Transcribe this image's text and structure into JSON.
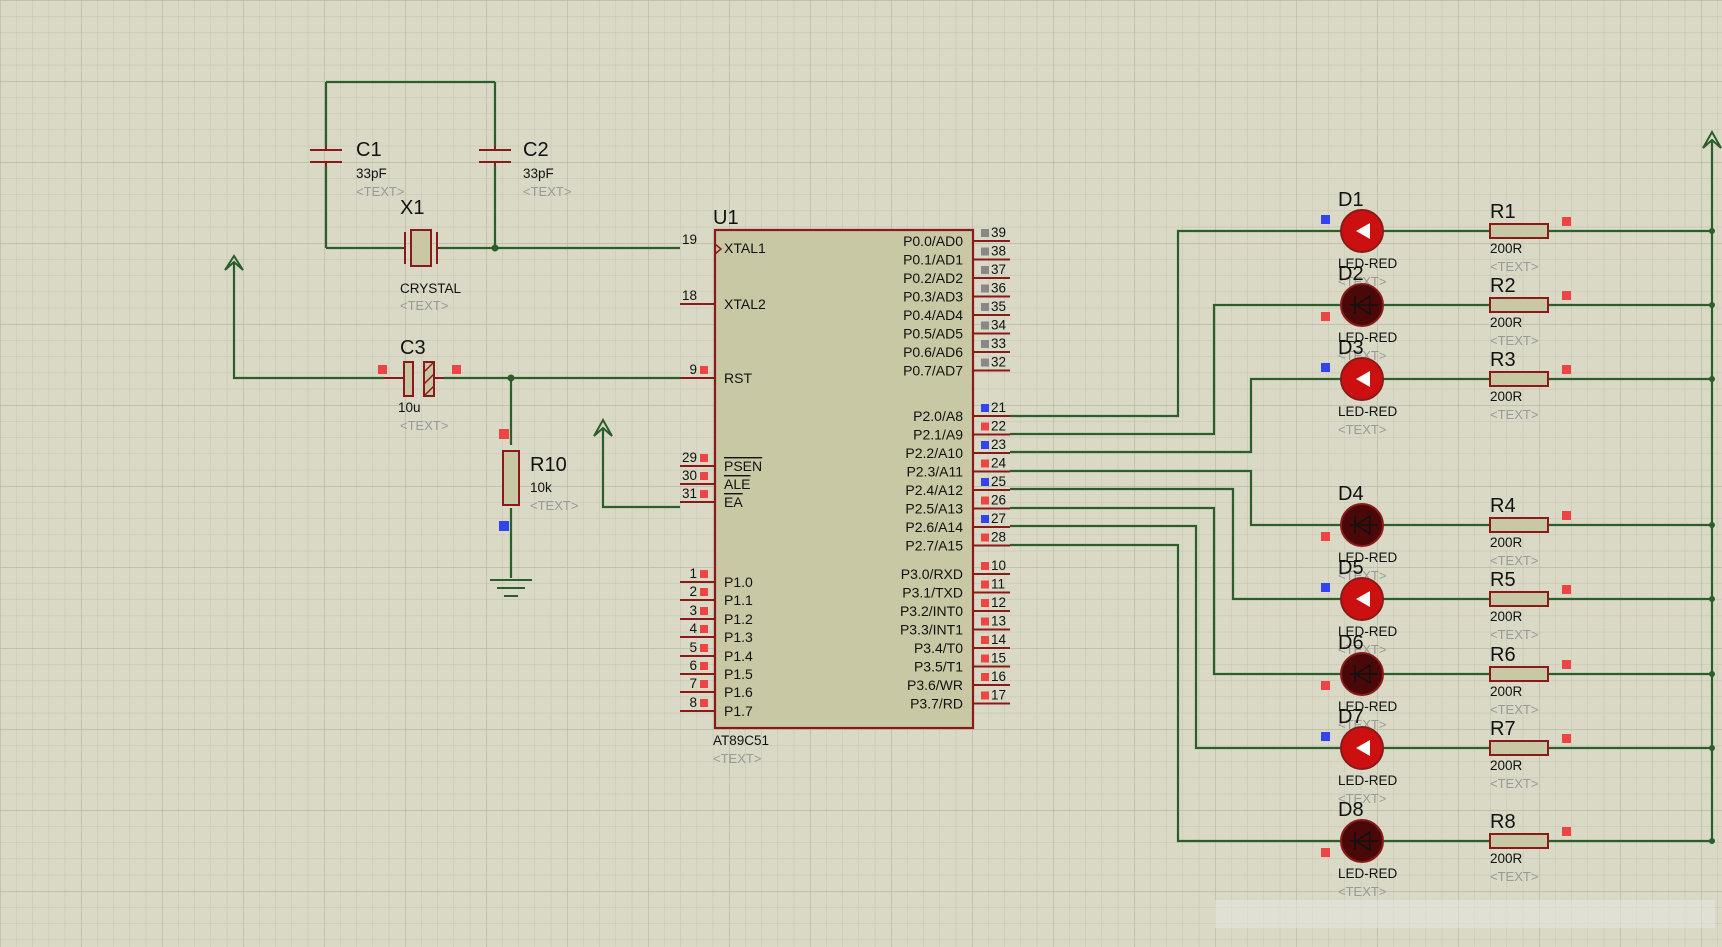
{
  "components": {
    "c1": {
      "ref": "C1",
      "value": "33pF",
      "text": "<TEXT>"
    },
    "c2": {
      "ref": "C2",
      "value": "33pF",
      "text": "<TEXT>"
    },
    "x1": {
      "ref": "X1",
      "value": "CRYSTAL",
      "text": "<TEXT>"
    },
    "c3": {
      "ref": "C3",
      "value": "10u",
      "text": "<TEXT>"
    },
    "r10": {
      "ref": "R10",
      "value": "10k",
      "text": "<TEXT>"
    },
    "u1": {
      "ref": "U1",
      "value": "AT89C51",
      "text": "<TEXT>"
    }
  },
  "mcu_left_pins": [
    {
      "num": "19",
      "name": "XTAL1"
    },
    {
      "num": "18",
      "name": "XTAL2"
    },
    {
      "num": "9",
      "name": "RST"
    },
    {
      "num": "29",
      "name": "PSEN"
    },
    {
      "num": "30",
      "name": "ALE"
    },
    {
      "num": "31",
      "name": "EA"
    },
    {
      "num": "1",
      "name": "P1.0"
    },
    {
      "num": "2",
      "name": "P1.1"
    },
    {
      "num": "3",
      "name": "P1.2"
    },
    {
      "num": "4",
      "name": "P1.3"
    },
    {
      "num": "5",
      "name": "P1.4"
    },
    {
      "num": "6",
      "name": "P1.5"
    },
    {
      "num": "7",
      "name": "P1.6"
    },
    {
      "num": "8",
      "name": "P1.7"
    }
  ],
  "mcu_right_pins": [
    {
      "num": "39",
      "name": "P0.0/AD0"
    },
    {
      "num": "38",
      "name": "P0.1/AD1"
    },
    {
      "num": "37",
      "name": "P0.2/AD2"
    },
    {
      "num": "36",
      "name": "P0.3/AD3"
    },
    {
      "num": "35",
      "name": "P0.4/AD4"
    },
    {
      "num": "34",
      "name": "P0.5/AD5"
    },
    {
      "num": "33",
      "name": "P0.6/AD6"
    },
    {
      "num": "32",
      "name": "P0.7/AD7"
    },
    {
      "num": "21",
      "name": "P2.0/A8"
    },
    {
      "num": "22",
      "name": "P2.1/A9"
    },
    {
      "num": "23",
      "name": "P2.2/A10"
    },
    {
      "num": "24",
      "name": "P2.3/A11"
    },
    {
      "num": "25",
      "name": "P2.4/A12"
    },
    {
      "num": "26",
      "name": "P2.5/A13"
    },
    {
      "num": "27",
      "name": "P2.6/A14"
    },
    {
      "num": "28",
      "name": "P2.7/A15"
    },
    {
      "num": "10",
      "name": "P3.0/RXD"
    },
    {
      "num": "11",
      "name": "P3.1/TXD"
    },
    {
      "num": "12",
      "name": "P3.2/INT0"
    },
    {
      "num": "13",
      "name": "P3.3/INT1"
    },
    {
      "num": "14",
      "name": "P3.4/T0"
    },
    {
      "num": "15",
      "name": "P3.5/T1"
    },
    {
      "num": "16",
      "name": "P3.6/WR"
    },
    {
      "num": "17",
      "name": "P3.7/RD"
    }
  ],
  "leds": [
    {
      "ref": "D1",
      "value": "LED-RED",
      "text": "<TEXT>",
      "lit": true
    },
    {
      "ref": "D2",
      "value": "LED-RED",
      "text": "<TEXT>",
      "lit": false
    },
    {
      "ref": "D3",
      "value": "LED-RED",
      "text": "<TEXT>",
      "lit": true
    },
    {
      "ref": "D4",
      "value": "LED-RED",
      "text": "<TEXT>",
      "lit": false
    },
    {
      "ref": "D5",
      "value": "LED-RED",
      "text": "<TEXT>",
      "lit": true
    },
    {
      "ref": "D6",
      "value": "LED-RED",
      "text": "<TEXT>",
      "lit": false
    },
    {
      "ref": "D7",
      "value": "LED-RED",
      "text": "<TEXT>",
      "lit": true
    },
    {
      "ref": "D8",
      "value": "LED-RED",
      "text": "<TEXT>",
      "lit": false
    }
  ],
  "resistors": [
    {
      "ref": "R1",
      "value": "200R",
      "text": "<TEXT>"
    },
    {
      "ref": "R2",
      "value": "200R",
      "text": "<TEXT>"
    },
    {
      "ref": "R3",
      "value": "200R",
      "text": "<TEXT>"
    },
    {
      "ref": "R4",
      "value": "200R",
      "text": "<TEXT>"
    },
    {
      "ref": "R5",
      "value": "200R",
      "text": "<TEXT>"
    },
    {
      "ref": "R6",
      "value": "200R",
      "text": "<TEXT>"
    },
    {
      "ref": "R7",
      "value": "200R",
      "text": "<TEXT>"
    },
    {
      "ref": "R8",
      "value": "200R",
      "text": "<TEXT>"
    }
  ],
  "colors": {
    "background": "#d9d9c6",
    "wire": "#2c5e2c",
    "component_outline": "#8a1a1a",
    "chip_fill": "#c8c8a4",
    "led_on": "#cc1010",
    "led_off": "#4a0808",
    "logic_high": "#ee4444",
    "logic_low": "#3344ee",
    "logic_unknown": "#888888"
  }
}
